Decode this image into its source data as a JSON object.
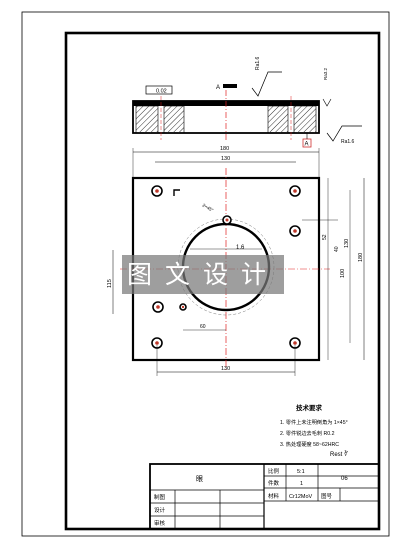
{
  "drawing": {
    "surface_finish_top": "Ra1.6",
    "datum_letter": "A",
    "flatness_tolerance": "0.02",
    "surface_finish_side": "Ra1.6",
    "surface_finish_rest": "Ra3.2"
  },
  "dimensions": {
    "overall_width": "180",
    "hole_spacing_x": "130",
    "bottom_spacing": "130",
    "overall_height": "180",
    "hole_spacing_y": "130",
    "inner_height": "100",
    "left_offset": "115",
    "right_offset_1": "52",
    "right_offset_2": "40",
    "bore_diameter": "1.6",
    "center_offset": "60",
    "chamfer_note": "2×45°"
  },
  "watermark": "图文设计",
  "tech_requirements": {
    "title": "技术要求",
    "items": [
      "1. 零件上未注明倒角为 1×45°",
      "2. 零件锐边去毛刺 R0.2",
      "3. 热处理硬度 58~62HRC"
    ]
  },
  "title_block": {
    "part_name": "眼",
    "scale_label": "比例",
    "scale_value": "5:1",
    "quantity_label": "件数",
    "quantity_value": "1",
    "material_label": "材料",
    "material_value": "Cr12MoV",
    "drawing_no": "06",
    "sheet_label": "图号",
    "roughness_note": "Rest  ∛",
    "rows": [
      "制图",
      "设计",
      "审核"
    ]
  },
  "colors": {
    "line": "#000000",
    "center_line": "#e02020",
    "hole_fill": "#c0392b",
    "hatch": "#333333",
    "watermark_bg": "#7a7a7a"
  }
}
